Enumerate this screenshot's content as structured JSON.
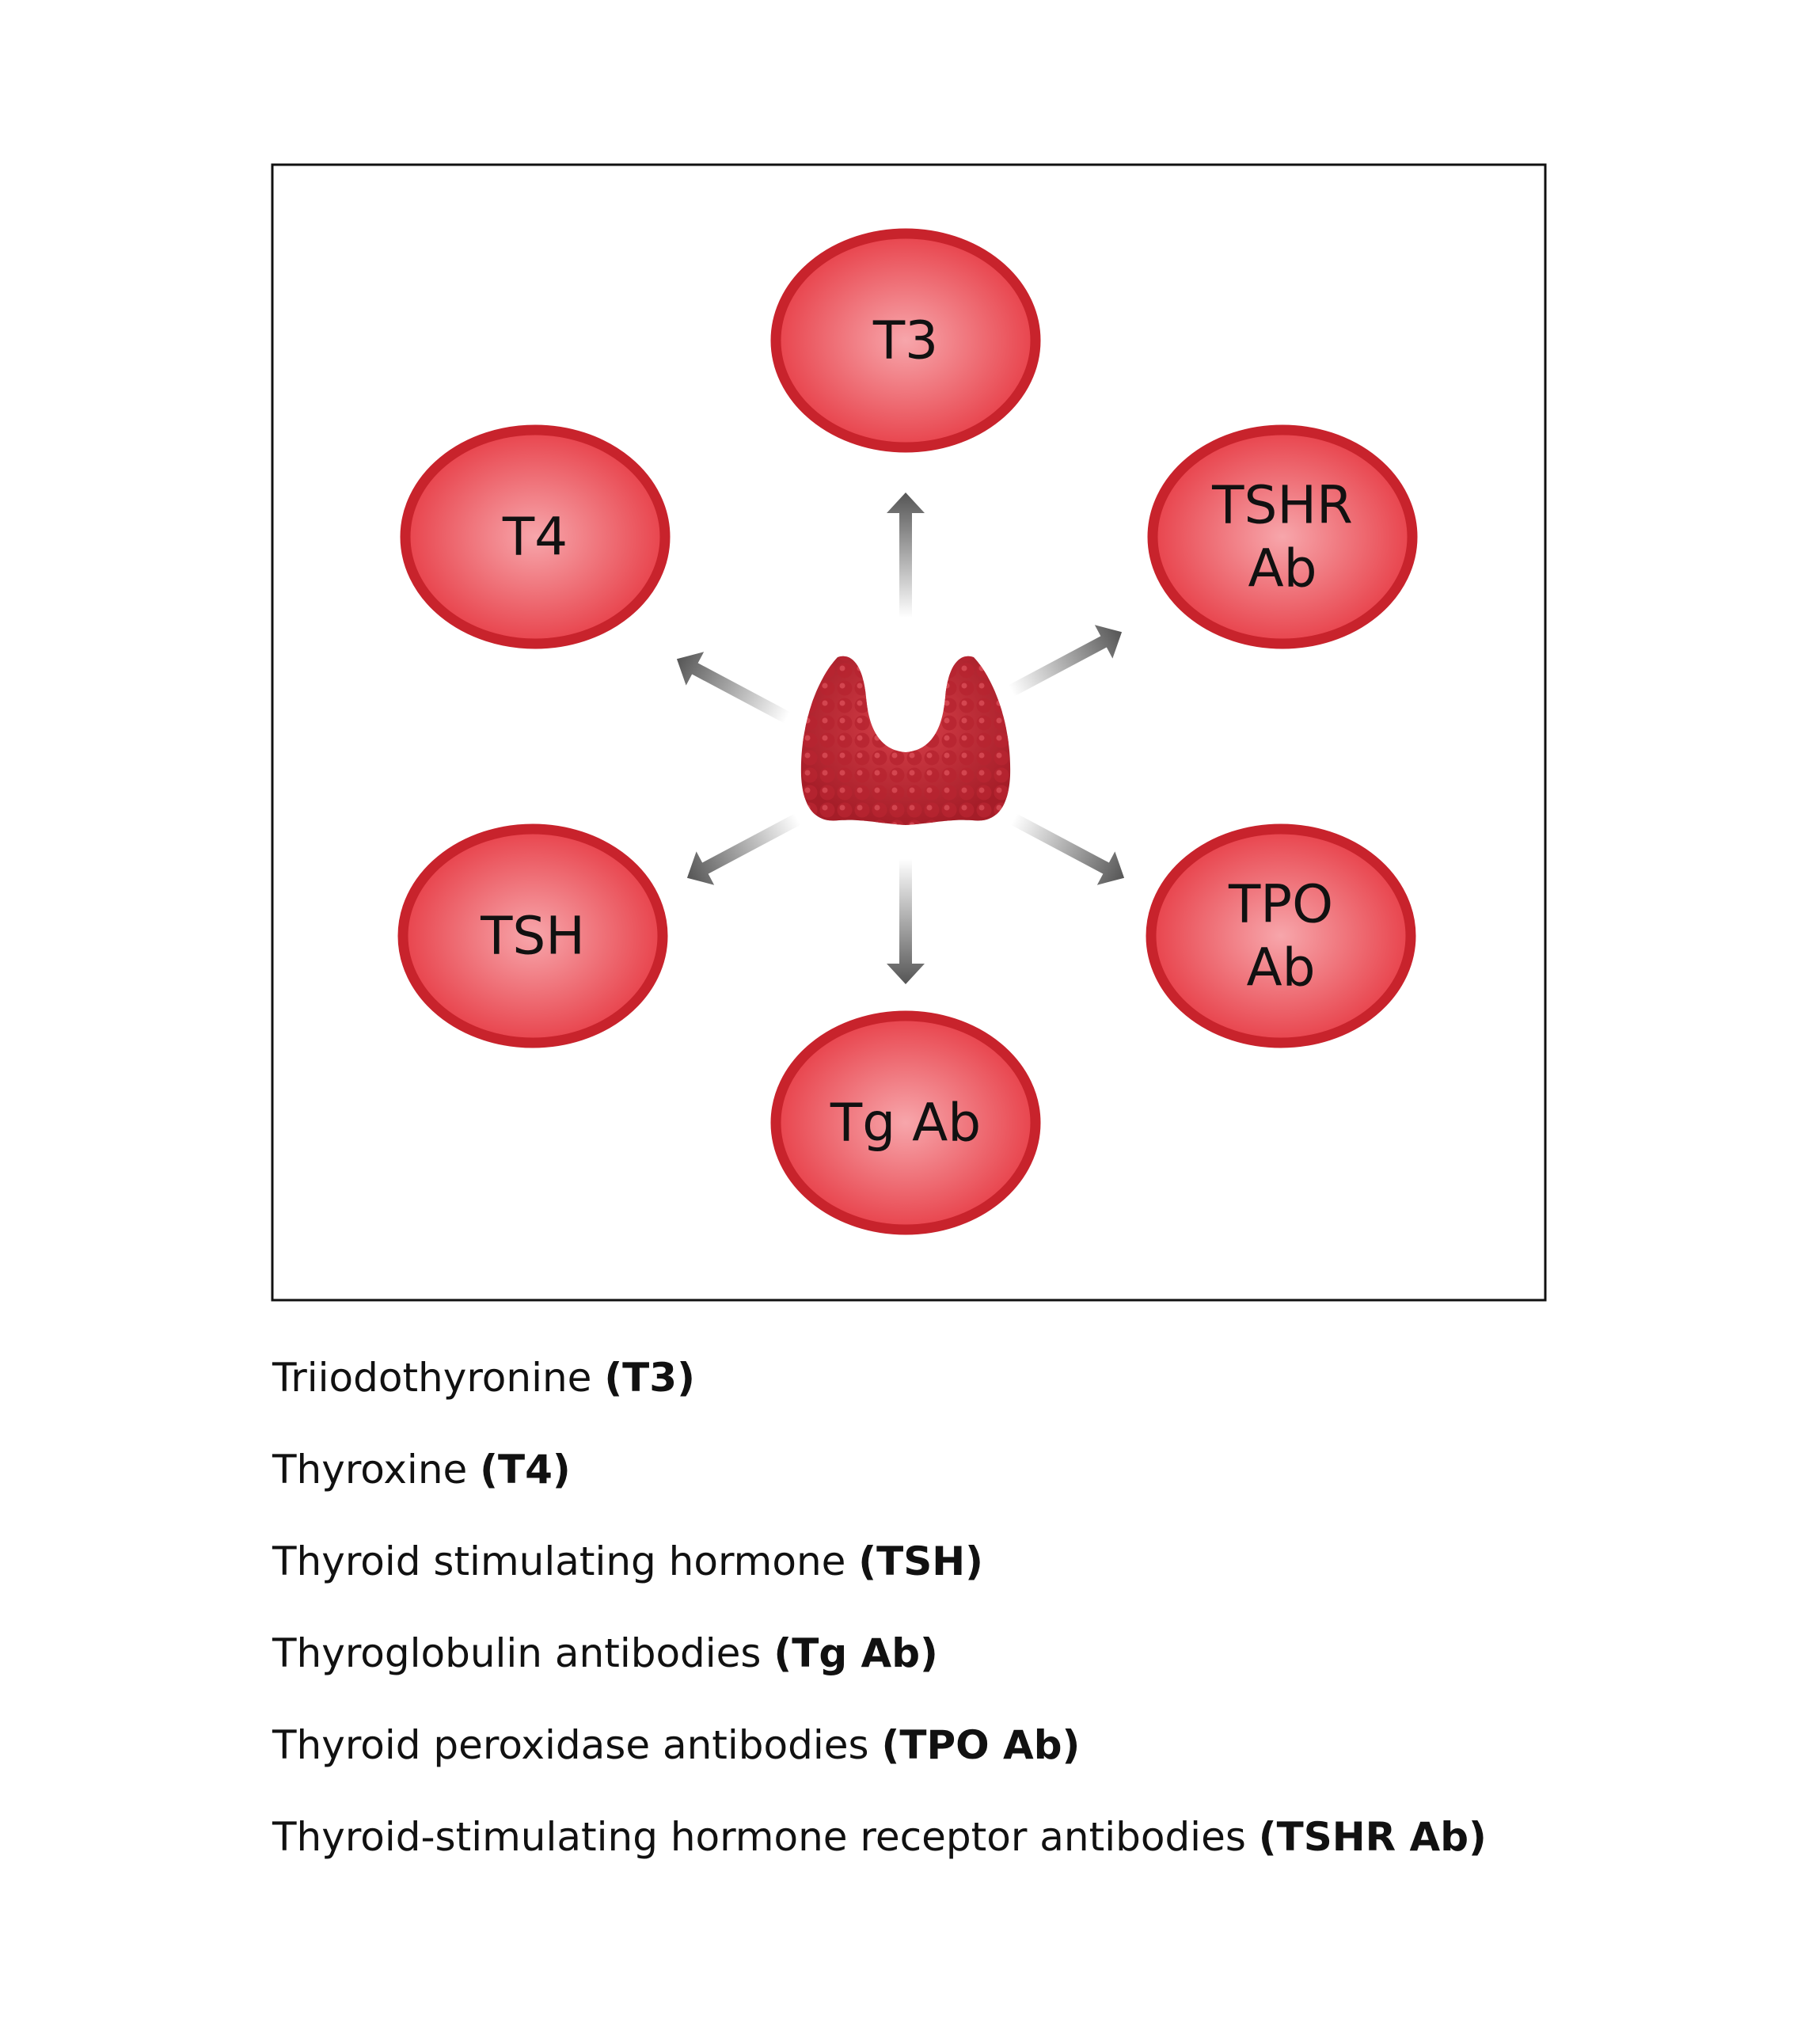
{
  "diagram": {
    "center_icon": "thyroid-gland-icon",
    "arrow_icon": "arrow-icon",
    "nodes": [
      {
        "id": "t3",
        "lines": [
          "T3"
        ]
      },
      {
        "id": "t4",
        "lines": [
          "T4"
        ]
      },
      {
        "id": "tshr",
        "lines": [
          "TSHR",
          "Ab"
        ]
      },
      {
        "id": "tsh",
        "lines": [
          "TSH"
        ]
      },
      {
        "id": "tpo",
        "lines": [
          "TPO",
          "Ab"
        ]
      },
      {
        "id": "tg",
        "lines": [
          "Tg Ab"
        ]
      }
    ],
    "colors": {
      "node_fill_center": "#f7a6ab",
      "node_fill_edge": "#e8434c",
      "node_ring": "#c8232c",
      "gland": "#b5222d",
      "arrow": "#555555",
      "frame": "#111111"
    }
  },
  "legend": [
    {
      "name": "Triiodothyronine",
      "abbr": "(T3)"
    },
    {
      "name": "Thyroxine",
      "abbr": "(T4)"
    },
    {
      "name": "Thyroid stimulating hormone",
      "abbr": "(TSH)"
    },
    {
      "name": "Thyroglobulin antibodies",
      "abbr": "(Tg Ab)"
    },
    {
      "name": "Thyroid peroxidase antibodies",
      "abbr": "(TPO Ab)"
    },
    {
      "name": "Thyroid-stimulating hormone receptor antibodies",
      "abbr": "(TSHR Ab)"
    }
  ]
}
